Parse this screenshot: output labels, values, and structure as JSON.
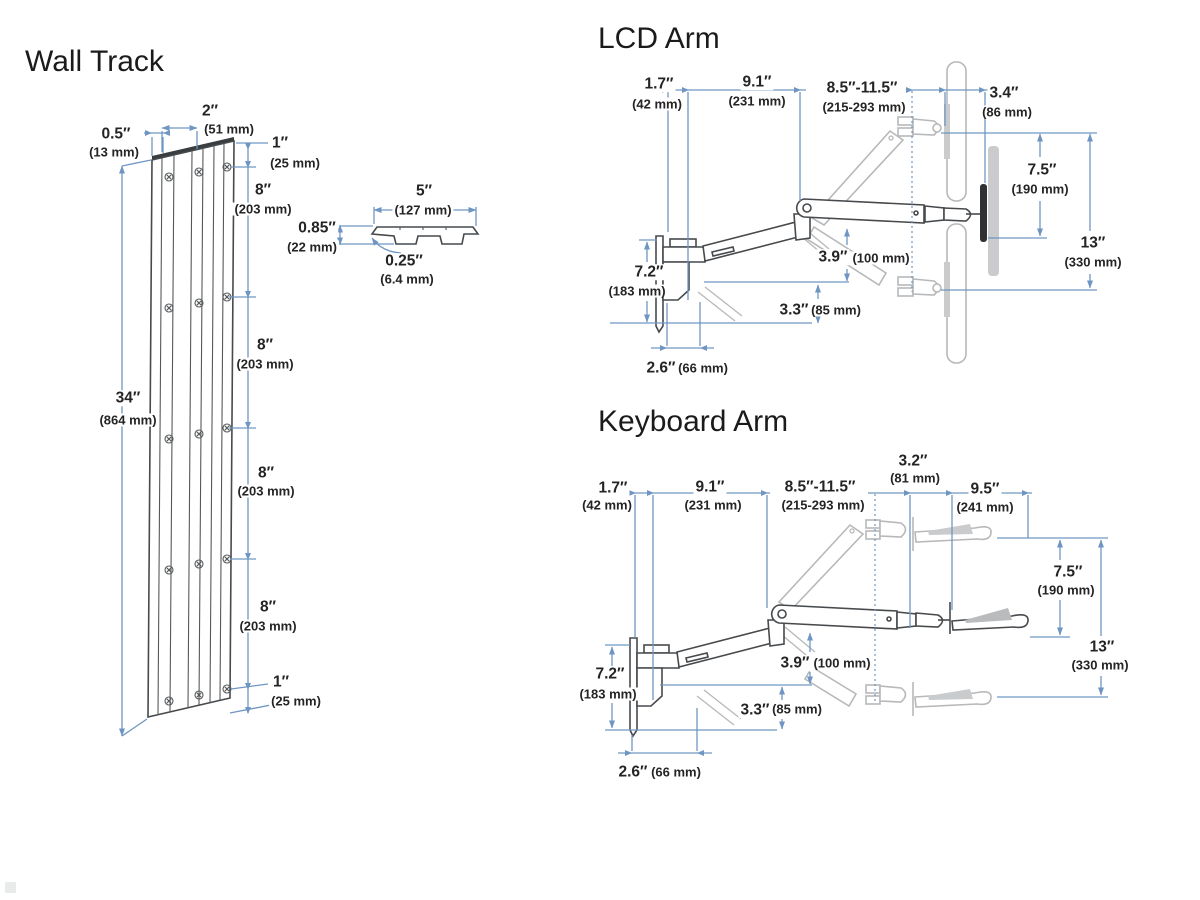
{
  "style": {
    "dimension_line_color": "#6f96c2",
    "dimension_text_color": "#242424",
    "solid_outline_color": "#474a4d",
    "ghost_outline_color": "#b6b8ba",
    "panel_fill_color": "#c9cbcd",
    "background_color": "#ffffff"
  },
  "wall_track": {
    "title": "Wall Track",
    "dims": {
      "edge_offset": {
        "in": "0.5″",
        "mm": "(13 mm)"
      },
      "slot_width": {
        "in": "2″",
        "mm": "(51 mm)"
      },
      "top_margin": {
        "in": "1″",
        "mm": "(25 mm)"
      },
      "spacing_1": {
        "in": "8″",
        "mm": "(203 mm)"
      },
      "spacing_2": {
        "in": "8″",
        "mm": "(203 mm)"
      },
      "spacing_3": {
        "in": "8″",
        "mm": "(203 mm)"
      },
      "spacing_4": {
        "in": "8″",
        "mm": "(203 mm)"
      },
      "bottom_margin": {
        "in": "1″",
        "mm": "(25 mm)"
      },
      "total_height": {
        "in": "34″",
        "mm": "(864 mm)"
      },
      "profile_width": {
        "in": "5″",
        "mm": "(127 mm)"
      },
      "profile_depth": {
        "in": "0.85″",
        "mm": "(22 mm)"
      },
      "profile_thickness": {
        "in": "0.25″",
        "mm": "(6.4 mm)"
      }
    }
  },
  "lcd_arm": {
    "title": "LCD Arm",
    "dims": {
      "wall_offset": {
        "in": "1.7″",
        "mm": "(42 mm)"
      },
      "arm_reach": {
        "in": "9.1″",
        "mm": "(231 mm)"
      },
      "extension_range": {
        "in": "8.5″-11.5″",
        "mm": "(215-293 mm)"
      },
      "head_depth": {
        "in": "3.4″",
        "mm": "(86 mm)"
      },
      "lift_up": {
        "in": "7.5″",
        "mm": "(190 mm)"
      },
      "lift_total": {
        "in": "13″",
        "mm": "(330 mm)"
      },
      "bracket_height": {
        "in": "7.2″",
        "mm": "(183 mm)"
      },
      "arm_drop": {
        "in": "3.9″",
        "mm": "(100 mm)"
      },
      "pivot_offset": {
        "in": "3.3″",
        "mm": "(85 mm)"
      },
      "base_width": {
        "in": "2.6″",
        "mm": "(66 mm)"
      }
    }
  },
  "keyboard_arm": {
    "title": "Keyboard Arm",
    "dims": {
      "wall_offset": {
        "in": "1.7″",
        "mm": "(42 mm)"
      },
      "arm_reach": {
        "in": "9.1″",
        "mm": "(231 mm)"
      },
      "extension_range": {
        "in": "8.5″-11.5″",
        "mm": "(215-293 mm)"
      },
      "tray_offset": {
        "in": "3.2″",
        "mm": "(81 mm)"
      },
      "tray_length": {
        "in": "9.5″",
        "mm": "(241 mm)"
      },
      "lift_up": {
        "in": "7.5″",
        "mm": "(190 mm)"
      },
      "lift_total": {
        "in": "13″",
        "mm": "(330 mm)"
      },
      "bracket_height": {
        "in": "7.2″",
        "mm": "(183 mm)"
      },
      "arm_drop": {
        "in": "3.9″",
        "mm": "(100 mm)"
      },
      "pivot_offset": {
        "in": "3.3″",
        "mm": "(85 mm)"
      },
      "base_width": {
        "in": "2.6″",
        "mm": "(66 mm)"
      }
    }
  }
}
